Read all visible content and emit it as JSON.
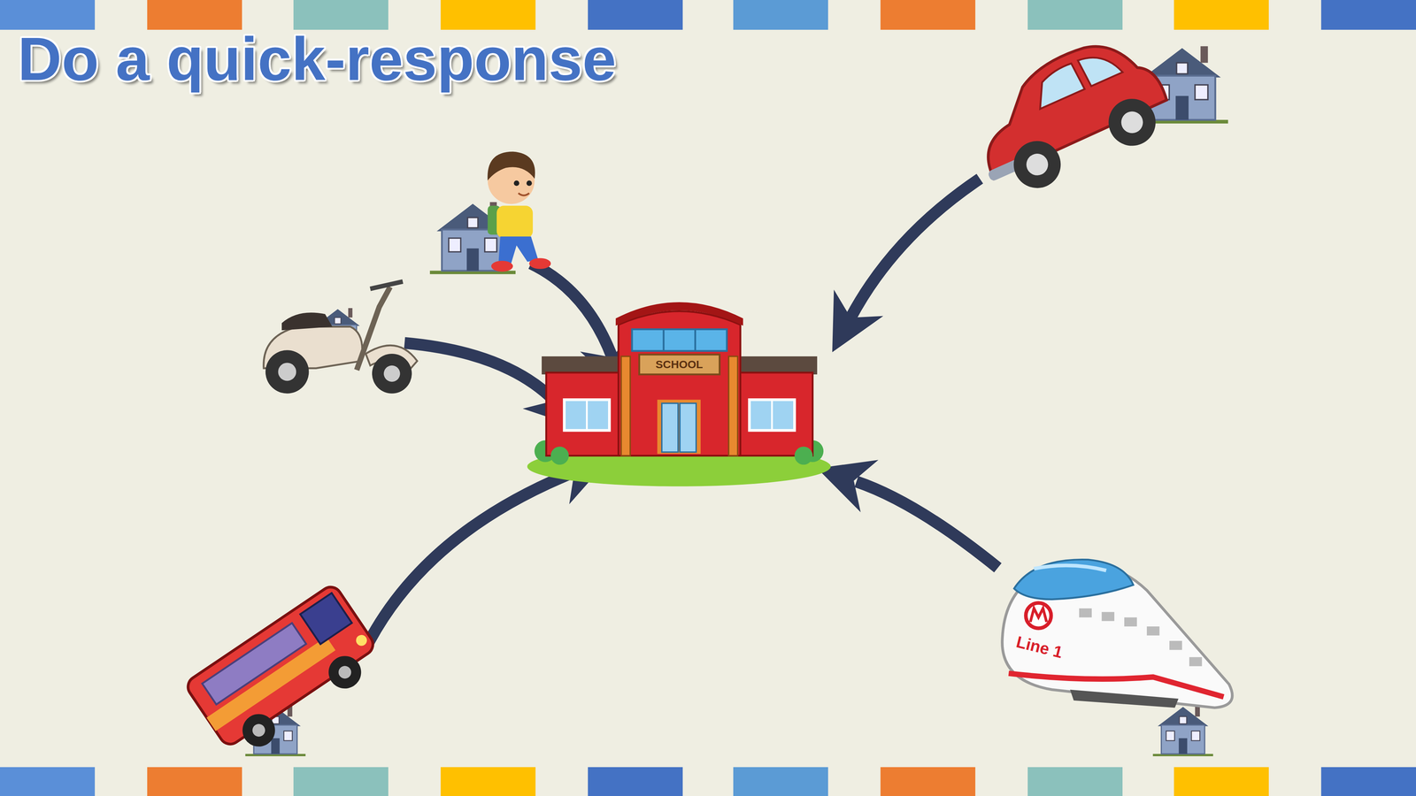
{
  "diagram": {
    "title": "Do a quick-response",
    "nodes": [
      {
        "text": [
          "SCHOOL"
        ]
      },
      {
        "text": [
          "Line 1"
        ]
      }
    ],
    "edges": [
      {
        "from": 1,
        "to": 0,
        "arrow": "to"
      }
    ]
  }
}
